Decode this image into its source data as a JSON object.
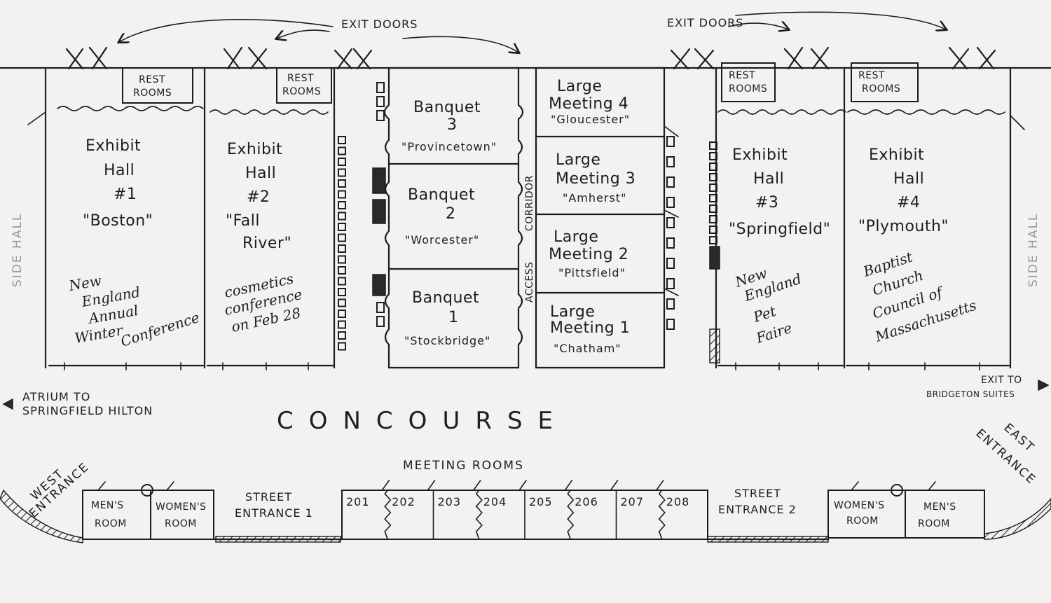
{
  "labels": {
    "exit_doors_left": "EXIT DOORS",
    "exit_doors_right": "EXIT DOORS",
    "side_hall_left": "SIDE HALL",
    "side_hall_right": "SIDE HALL",
    "concourse": "CONCOURSE",
    "meeting_rooms": "MEETING ROOMS",
    "atrium_l1": "ATRIUM TO",
    "atrium_l2": "SPRINGFIELD HILTON",
    "exit_to_l1": "EXIT TO",
    "exit_to_l2": "BRIDGETON SUITES",
    "west_l1": "WEST",
    "west_l2": "ENTRANCE",
    "east_l1": "EAST",
    "east_l2": "ENTRANCE",
    "access_corridor_l1": "ACCESS",
    "access_corridor_l2": "CORRIDOR"
  },
  "rest_rooms": [
    {
      "l1": "REST",
      "l2": "ROOMS"
    },
    {
      "l1": "REST",
      "l2": "ROOMS"
    },
    {
      "l1": "REST",
      "l2": "ROOMS"
    },
    {
      "l1": "REST",
      "l2": "ROOMS"
    }
  ],
  "exhibit_halls": [
    {
      "l1": "Exhibit",
      "l2": "Hall",
      "num": "#1",
      "name": "\"Boston\"",
      "note": [
        "New",
        "England",
        "Annual",
        "Winter",
        "Conference"
      ]
    },
    {
      "l1": "Exhibit",
      "l2": "Hall",
      "num": "#2",
      "name1": "\"Fall",
      "name2": "River\"",
      "note": [
        "cosmetics",
        "conference",
        "on Feb 28"
      ]
    },
    {
      "l1": "Exhibit",
      "l2": "Hall",
      "num": "#3",
      "name": "\"Springfield\"",
      "note": [
        "New",
        "England",
        "Pet",
        "Faire"
      ]
    },
    {
      "l1": "Exhibit",
      "l2": "Hall",
      "num": "#4",
      "name": "\"Plymouth\"",
      "note": [
        "Baptist",
        "Church",
        "Council of",
        "Massachusetts"
      ]
    }
  ],
  "banquets": [
    {
      "l1": "Banquet",
      "l2": "3",
      "name": "\"Provincetown\""
    },
    {
      "l1": "Banquet",
      "l2": "2",
      "name": "\"Worcester\""
    },
    {
      "l1": "Banquet",
      "l2": "1",
      "name": "\"Stockbridge\""
    }
  ],
  "large_meetings": [
    {
      "l1": "Large",
      "l2": "Meeting 4",
      "name": "\"Gloucester\""
    },
    {
      "l1": "Large",
      "l2": "Meeting 3",
      "name": "\"Amherst\""
    },
    {
      "l1": "Large",
      "l2": "Meeting 2",
      "name": "\"Pittsfield\""
    },
    {
      "l1": "Large",
      "l2": "Meeting 1",
      "name": "\"Chatham\""
    }
  ],
  "bottom_rooms": {
    "mens_l1": "MEN'S",
    "mens_l2": "ROOM",
    "womens_l1": "WOMEN'S",
    "womens_l2": "ROOM",
    "street1_l1": "STREET",
    "street1_l2": "ENTRANCE 1",
    "street2_l1": "STREET",
    "street2_l2": "ENTRANCE 2",
    "rooms": [
      "201",
      "202",
      "203",
      "204",
      "205",
      "206",
      "207",
      "208"
    ]
  }
}
